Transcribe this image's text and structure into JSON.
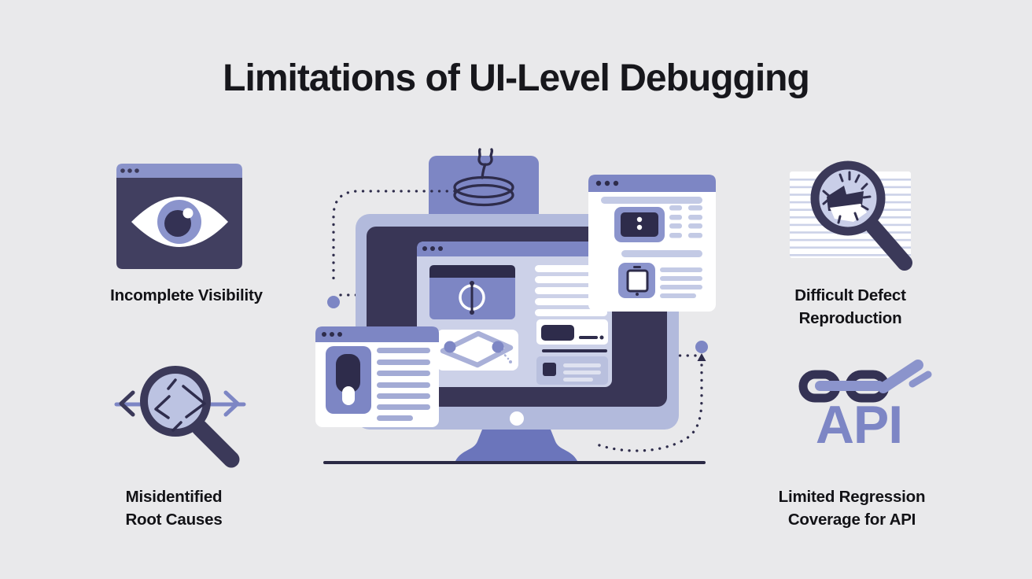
{
  "title": "Limitations of UI-Level Debugging",
  "limitations": [
    {
      "id": "incomplete-visibility",
      "icon": "browser-eye-icon",
      "label": "Incomplete Visibility"
    },
    {
      "id": "difficult-defect-reproduction",
      "icon": "magnifier-defect-icon",
      "label": "Difficult Defect\nReproduction"
    },
    {
      "id": "misidentified-root-causes",
      "icon": "magnifier-code-icon",
      "label": "Misidentified\nRoot Causes"
    },
    {
      "id": "limited-regression-coverage",
      "icon": "broken-chain-icon",
      "api_label": "API",
      "label": "Limited Regression\nCoverage for API"
    }
  ],
  "center_illustration_icons": [
    "monitor-icon",
    "browser-window-icon",
    "mobile-preview-icon",
    "flow-diagram-icon",
    "lasso-wrench-icon",
    "dotted-connector-icon"
  ],
  "colors": {
    "background": "#e9e9eb",
    "title-text": "#17171c",
    "label-text": "#121216",
    "navy": "#3b3959",
    "navy-dark": "#2e2c4b",
    "screen": "#393656",
    "periwinkle": "#7d86c4",
    "periwinkle-mid": "#8b94cc",
    "periwinkle-deep": "#6b75bb",
    "bezel": "#b2badc",
    "lavender": "#ccd1e8",
    "line-light": "#c3cae5",
    "api-color": "#7d86c5"
  }
}
